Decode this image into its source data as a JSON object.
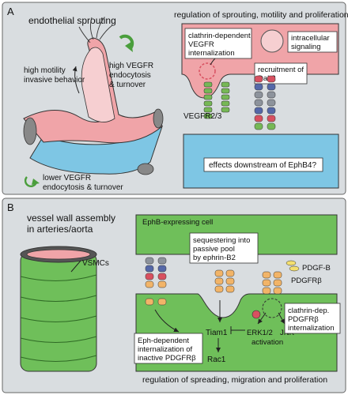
{
  "panel_a": {
    "letter": "A",
    "title": "endothelial sprouting",
    "regulation": "regulation of sprouting, motility and proliferation",
    "motility_line1": "high motility",
    "motility_line2": "invasive behavior",
    "high_vegfr_line1": "high VEGFR",
    "high_vegfr_line2": "endocytosis",
    "high_vegfr_line3": "& turnover",
    "lower_vegfr_line1": "lower VEGFR",
    "lower_vegfr_line2": "endocytosis & turnover",
    "clathrin_line1": "clathrin-dependent",
    "clathrin_line2": "VEGFR",
    "clathrin_line3": "internalization",
    "intracellular_line1": "intracellular",
    "intracellular_line2": "signaling",
    "dab2_line1": "recruitment of",
    "dab2_line2": "Dab2",
    "vegfr_label": "VEGFR2/3",
    "ephb4_box": "effects downstream of EphB4?"
  },
  "panel_b": {
    "letter": "B",
    "title_line1": "vessel wall assembly",
    "title_line2": "in arteries/aorta",
    "vsmcs": "VSMCs",
    "ephb_cell": "EphB-expressing cell",
    "seq_line1": "sequestering into",
    "seq_line2": "passive pool",
    "seq_line3": "by ephrin-B2",
    "pdgfb": "PDGF-B",
    "pdgfrb": "PDGFRβ",
    "tiam1": "Tiam1",
    "rac1": "Rac1",
    "erk": "ERK1/2",
    "jnk": "JNK",
    "activation": "activation",
    "clathrin_line1": "clathrin-dep.",
    "clathrin_line2": "PDGFRβ",
    "clathrin_line3": "internalization",
    "eph_line1": "Eph-dependent",
    "eph_line2": "internalization of",
    "eph_line3": "inactive PDGFRβ",
    "regulation": "regulation of spreading, migration and proliferation"
  },
  "colors": {
    "panel_bg": "#d9dde0",
    "pink_cell": "#f0a4a8",
    "blue_cell": "#7ec6e4",
    "green_cell": "#6fbf5a",
    "arrow_green": "#4a9e3c",
    "receptor_orange": "#f2b468",
    "receptor_gray": "#8d939c",
    "receptor_red": "#d85060",
    "receptor_blue": "#5568a8",
    "receptor_green": "#76b856"
  }
}
